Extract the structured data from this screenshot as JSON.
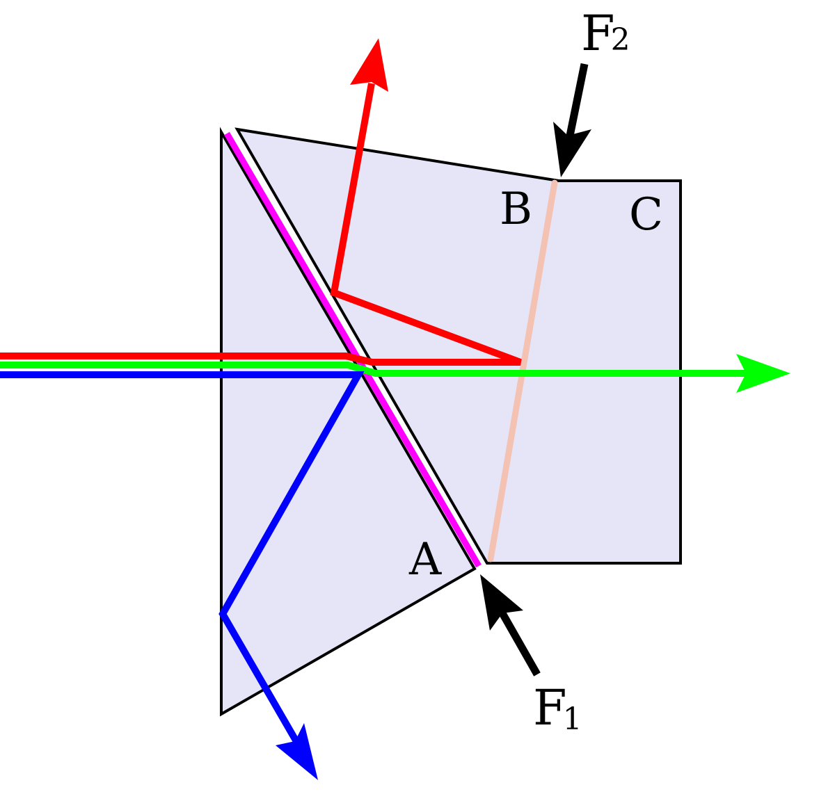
{
  "labels": {
    "prism_a": "A",
    "prism_b": "B",
    "prism_c": "C",
    "filter_1": "F",
    "filter_1_sub": "1",
    "filter_2": "F",
    "filter_2_sub": "2"
  },
  "colors": {
    "prism_fill": "#e6e5f8",
    "red": "#ff0000",
    "green": "#00ff00",
    "blue": "#0000ff",
    "coating_1": "#ff00ff",
    "coating_2": "#f4c2b2",
    "arrow": "#000000"
  }
}
